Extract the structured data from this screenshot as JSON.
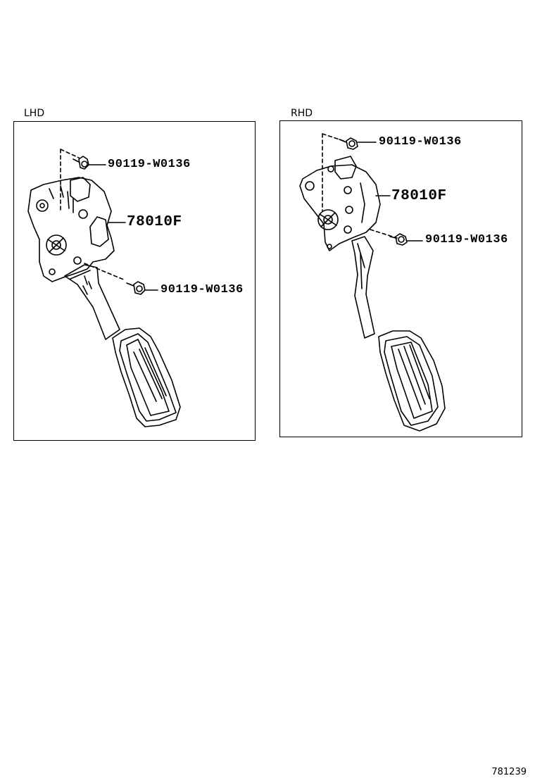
{
  "panels": {
    "lhd": {
      "label": "LHD",
      "callouts": {
        "bolt_top": "90119-W0136",
        "pedal": "78010F",
        "bolt_bottom": "90119-W0136"
      }
    },
    "rhd": {
      "label": "RHD",
      "callouts": {
        "bolt_top": "90119-W0136",
        "pedal": "78010F",
        "bolt_bottom": "90119-W0136"
      }
    }
  },
  "figure_id": "781239"
}
